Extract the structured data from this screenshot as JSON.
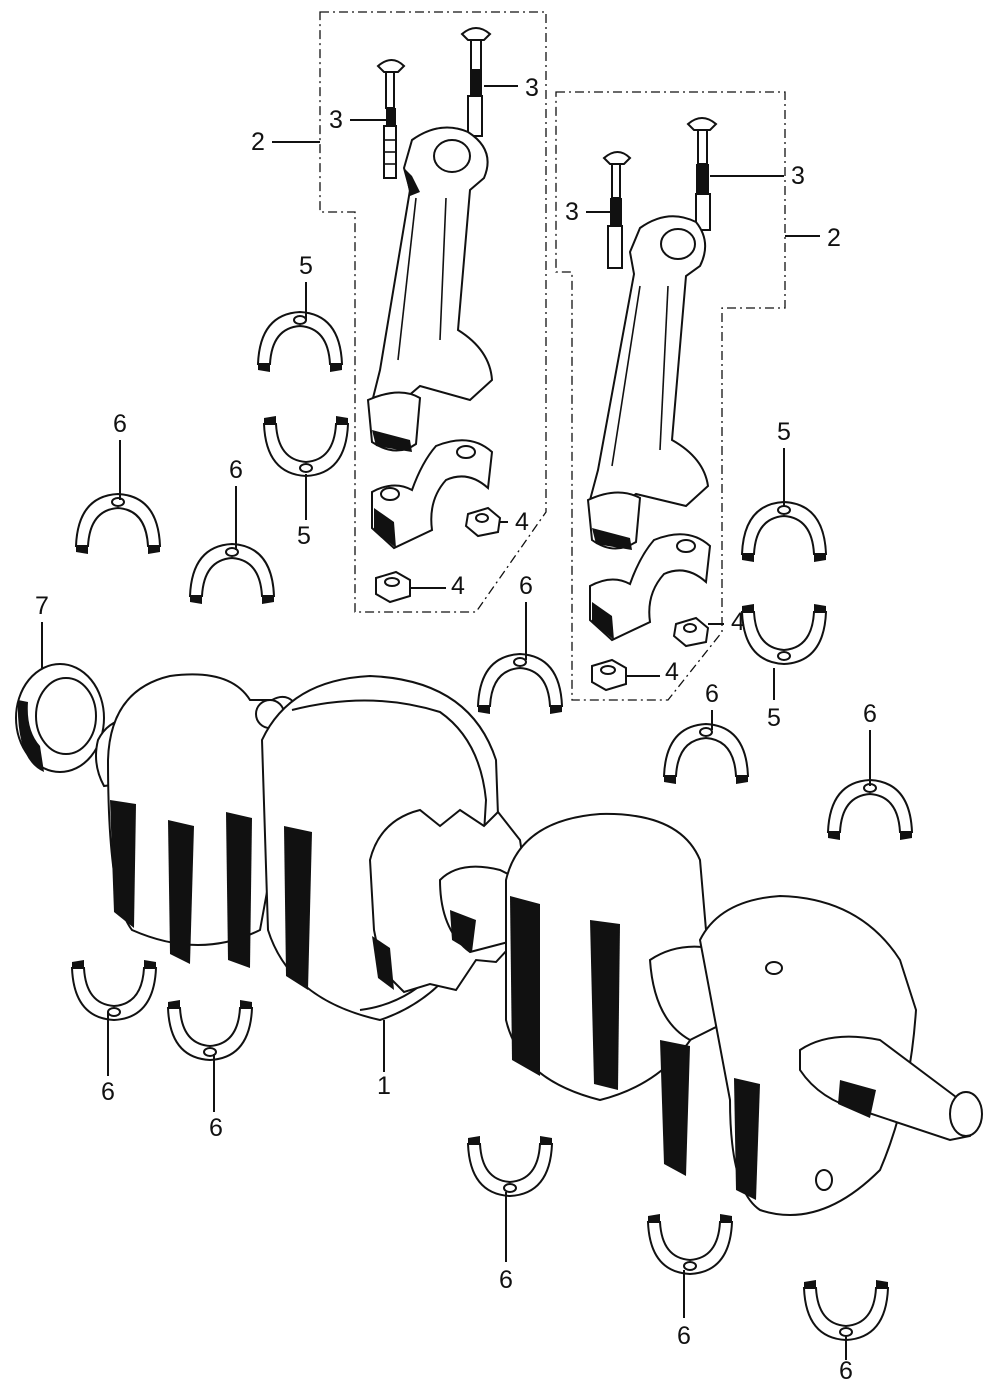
{
  "diagram": {
    "callouts": {
      "crankshaft": "1",
      "connecting_rod_assembly": "2",
      "rod_bolt": "3",
      "rod_nut": "4",
      "rod_bearing": "5",
      "main_bearing": "6",
      "oil_seal": "7"
    }
  }
}
